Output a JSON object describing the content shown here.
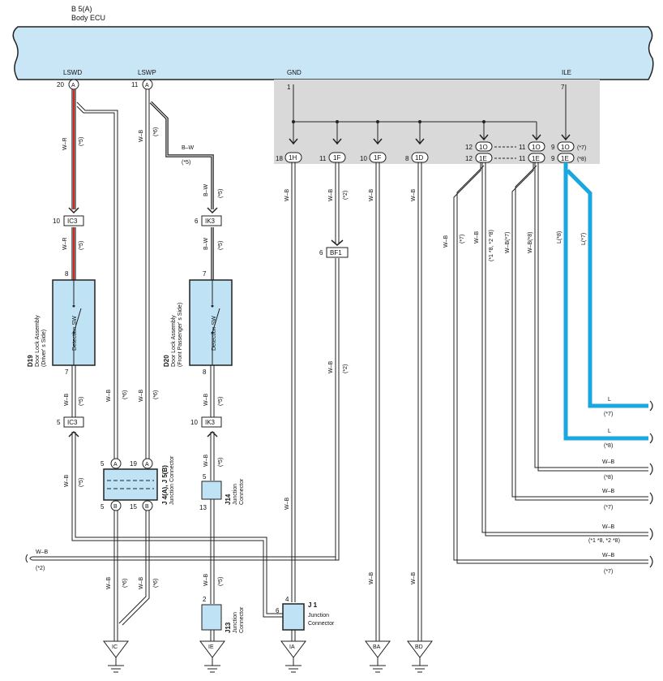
{
  "ecu": {
    "code": "B 5(A)",
    "name": "Body ECU"
  },
  "terminals": {
    "lswd": "LSWD",
    "lswp": "LSWP",
    "gnd": "GND",
    "ile": "ILE"
  },
  "pins": {
    "lswd": "20",
    "lswp": "11",
    "gnd": "1",
    "ile": "7",
    "p18": "18",
    "p11a": "11",
    "p10": "10",
    "p8": "8",
    "p12a": "12",
    "p11b": "11",
    "p9a": "9",
    "p12b": "12",
    "p11c": "11",
    "p9b": "9",
    "ic3_top": "10",
    "d19_top": "8",
    "d19_bot": "7",
    "ic3_bot": "5",
    "ik3_top": "6",
    "d20_top": "7",
    "d20_bot": "8",
    "ik3_bot": "10",
    "j4_5": "5",
    "j4_19": "19",
    "j4_5b": "5",
    "j4_15": "15",
    "j14_5": "5",
    "j14_13": "13",
    "j13_2": "2",
    "j1_4": "4",
    "j1_6": "6",
    "bf1_6": "6"
  },
  "pin_letters": {
    "a": "A",
    "b": "B"
  },
  "connectors": {
    "c1H": "1H",
    "c1F": "1F",
    "c1F2": "1F",
    "c1D": "1D",
    "c1O": "1O",
    "c1E": "1E",
    "c1O2": "1O",
    "c1E2": "1E",
    "c1O3": "1O",
    "c1E3": "1E",
    "ic3": "IC3",
    "ik3": "IK3",
    "bf1": "BF1"
  },
  "wires": {
    "wr": "W–R",
    "wb": "W–B",
    "bw": "B–W",
    "l": "L",
    "wb7": "W–B(*7)",
    "wb8": "W–B(*8)",
    "l8": "L(*8)",
    "l7": "L(*7)"
  },
  "notes": {
    "n2": "(*2)",
    "n5": "(*5)",
    "n6": "(*6)",
    "n7": "(*7)",
    "n8": "(*8)",
    "n1828": "(*1 *8, *2 *8)",
    "n1828b": "(*1 *8, *2 *8)"
  },
  "components": {
    "d19": {
      "code": "D19",
      "name": "Door Lock Assembly",
      "side": "(Driver' s Side)",
      "sw": "Detection SW"
    },
    "d20": {
      "code": "D20",
      "name": "Door Lock Assembly",
      "side": "(Front Passenger' s Side)",
      "sw": "Detection SW"
    },
    "j45": {
      "code": "J 4(A), J 5(B)",
      "name": "Junction Connector"
    },
    "j14": {
      "code": "J14",
      "name": "Junction",
      "name2": "Connector"
    },
    "j13": {
      "code": "J13",
      "name": "Junction",
      "name2": "Connector"
    },
    "j1": {
      "code": "J 1",
      "name": "Junction",
      "name2": "Connector"
    }
  },
  "grounds": {
    "ic": "IC",
    "ie": "IE",
    "ia": "IA",
    "ba": "BA",
    "bd": "BD"
  },
  "colors": {
    "ecu_fill": "#c8e6f6",
    "gray_fill": "#d9d9d9",
    "comp_fill": "#bfe3f5",
    "l_wire": "#1aa7e0",
    "wr_wire": "#d9261c"
  }
}
